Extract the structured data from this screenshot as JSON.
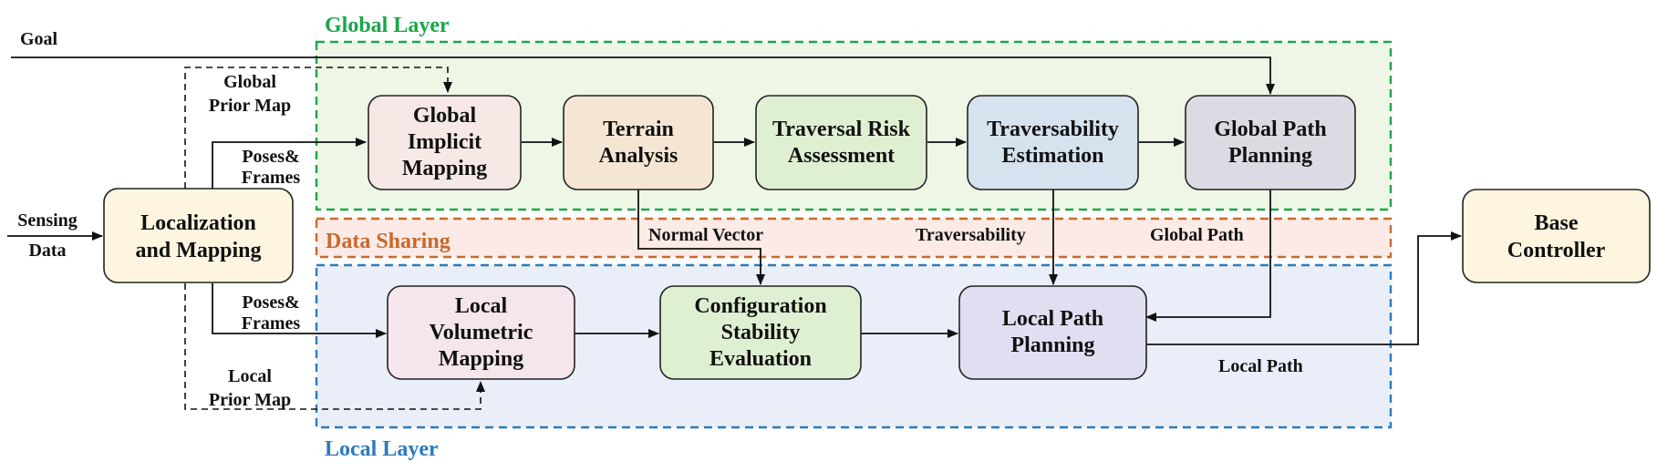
{
  "layers": {
    "global": {
      "title": "Global Layer",
      "color": "#1aa64a",
      "fill": "#eef6e6"
    },
    "sharing": {
      "title": "Data Sharing",
      "color": "#c8692b",
      "fill": "#fbeae6"
    },
    "local": {
      "title": "Local Layer",
      "color": "#2b7bbf",
      "fill": "#eaeef8"
    }
  },
  "inputs": {
    "goal": "Goal",
    "sensing": [
      "Sensing",
      "Data"
    ],
    "global_prior_map": [
      "Global",
      "Prior Map"
    ],
    "local_prior_map": [
      "Local",
      "Prior Map"
    ],
    "poses_frames_top": [
      "Poses&",
      "Frames"
    ],
    "poses_frames_bottom": [
      "Poses&",
      "Frames"
    ]
  },
  "modules": {
    "localization": {
      "lines": [
        "Localization",
        "and Mapping"
      ],
      "fill": "#fdf5df"
    },
    "global_implicit": {
      "lines": [
        "Global",
        "Implicit",
        "Mapping"
      ],
      "fill": "#f6e8e5"
    },
    "terrain": {
      "lines": [
        "Terrain",
        "Analysis"
      ],
      "fill": "#f5e6d4"
    },
    "traversal_risk": {
      "lines": [
        "Traversal Risk",
        "Assessment"
      ],
      "fill": "#dff0d2"
    },
    "traversability_est": {
      "lines": [
        "Traversability",
        "Estimation"
      ],
      "fill": "#d6e2ee"
    },
    "global_path": {
      "lines": [
        "Global Path",
        "Planning"
      ],
      "fill": "#dcdae2"
    },
    "local_volumetric": {
      "lines": [
        "Local",
        "Volumetric",
        "Mapping"
      ],
      "fill": "#f4e6ec"
    },
    "config_stability": {
      "lines": [
        "Configuration",
        "Stability",
        "Evaluation"
      ],
      "fill": "#dff0d2"
    },
    "local_path": {
      "lines": [
        "Local Path",
        "Planning"
      ],
      "fill": "#e0def1"
    },
    "base_controller": {
      "lines": [
        "Base",
        "Controller"
      ],
      "fill": "#fdf5df"
    }
  },
  "edge_labels": {
    "normal_vector": "Normal Vector",
    "traversability": "Traversability",
    "global_path": "Global Path",
    "local_path": "Local Path"
  }
}
